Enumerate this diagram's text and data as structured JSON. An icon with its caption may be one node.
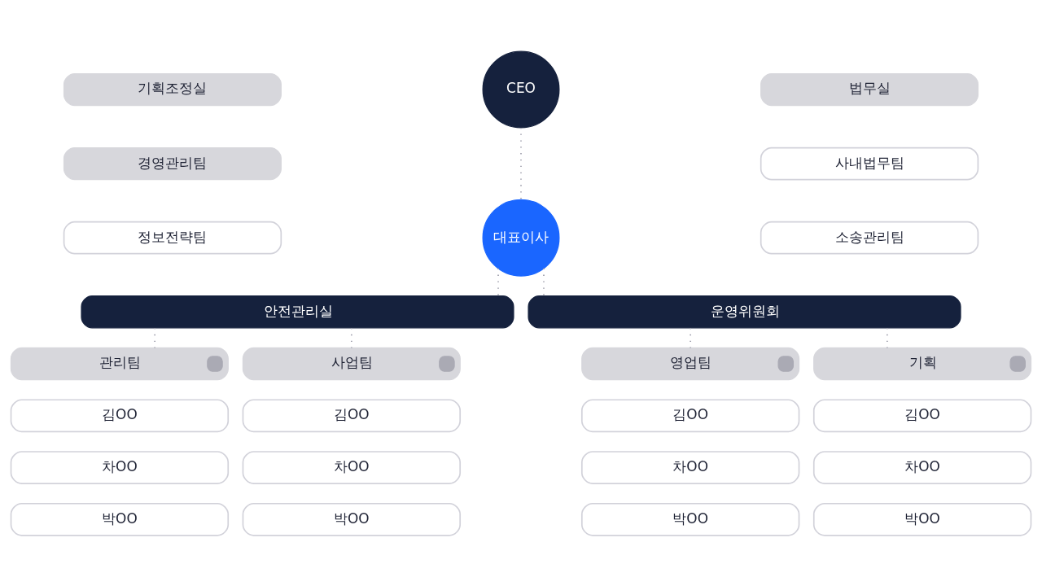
{
  "diagram": {
    "nodes": [
      {
        "text": [
          "기획조정실"
        ]
      },
      {
        "text": [
          "CEO"
        ]
      },
      {
        "text": [
          "법무실"
        ]
      },
      {
        "text": [
          "경영관리팀"
        ]
      },
      {
        "text": [
          "사내법무팀"
        ]
      },
      {
        "text": [
          "정보전략팀"
        ]
      },
      {
        "text": [
          "대표이사"
        ]
      },
      {
        "text": [
          "소송관리팀"
        ]
      },
      {
        "text": [
          "안전관리실"
        ]
      },
      {
        "text": [
          "운영위원회"
        ]
      },
      {
        "text": [
          "관리팀"
        ]
      },
      {
        "text": [
          "사업팀"
        ]
      },
      {
        "text": [
          "영업팀"
        ]
      },
      {
        "text": [
          "기획"
        ]
      },
      {
        "text": [
          "김OO"
        ]
      },
      {
        "text": [
          "김OO"
        ]
      },
      {
        "text": [
          "김OO"
        ]
      },
      {
        "text": [
          "김OO"
        ]
      },
      {
        "text": [
          "차OO"
        ]
      },
      {
        "text": [
          "차OO"
        ]
      },
      {
        "text": [
          "차OO"
        ]
      },
      {
        "text": [
          "차OO"
        ]
      },
      {
        "text": [
          "박OO"
        ]
      },
      {
        "text": [
          "박OO"
        ]
      },
      {
        "text": [
          "박OO"
        ]
      },
      {
        "text": [
          "박OO"
        ]
      }
    ],
    "edges": [
      {
        "from": 1,
        "to": 6,
        "arrow": "none"
      },
      {
        "from": 6,
        "to": 8,
        "arrow": "none"
      },
      {
        "from": 6,
        "to": 9,
        "arrow": "none"
      },
      {
        "from": 8,
        "to": 10,
        "arrow": "none"
      },
      {
        "from": 8,
        "to": 11,
        "arrow": "none"
      },
      {
        "from": 9,
        "to": 12,
        "arrow": "none"
      },
      {
        "from": 9,
        "to": 13,
        "arrow": "none"
      }
    ]
  }
}
